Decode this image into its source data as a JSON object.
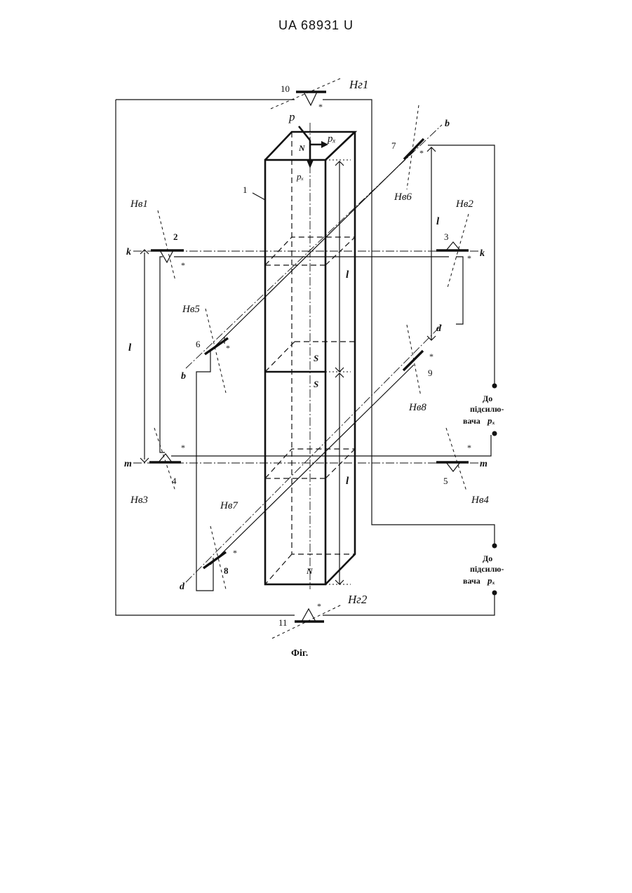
{
  "header": {
    "patent_id": "UA   68931   U"
  },
  "caption": "Фіг.",
  "labels": {
    "beam": "1",
    "sensors": [
      "2",
      "3",
      "4",
      "5",
      "6",
      "7",
      "8",
      "9",
      "10",
      "11"
    ],
    "fields": {
      "hg1": "Hг1",
      "hg2": "Hг2",
      "hv1": "Hв1",
      "hv2": "Hв2",
      "hv3": "Hв3",
      "hv4": "Hв4",
      "hv5": "Hв5",
      "hv6": "Hв6",
      "hv7": "Hв7",
      "hv8": "Hв8"
    },
    "forces": {
      "p": "p",
      "px": "pₓ",
      "pz": "pₓ"
    },
    "poles": {
      "N_top": "N",
      "S_1": "S",
      "S_2": "S",
      "N_bottom": "N"
    },
    "axes": {
      "k_left": "k",
      "k_right": "k",
      "m_left": "m",
      "m_right": "m",
      "b_top": "b",
      "b_bottom": "b",
      "d_top": "d",
      "d_bottom": "d"
    },
    "dims": {
      "l_left": "l",
      "l_upper_right": "l",
      "l_center_upper": "l",
      "l_center_lower": "l"
    },
    "amp_z": {
      "line1": "До",
      "line2": "підсилю-",
      "line3": "вача",
      "var": "pₓ"
    },
    "amp_x": {
      "line1": "До",
      "line2": "підсилю-",
      "line3": "вача",
      "var": "pₓ"
    }
  }
}
